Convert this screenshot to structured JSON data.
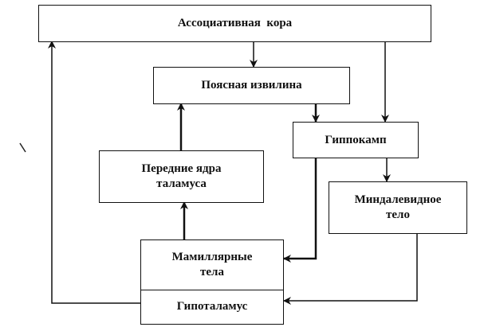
{
  "diagram": {
    "type": "flowchart",
    "nodes": {
      "association_cortex": {
        "label": "Ассоциативная  кора"
      },
      "cingulate_gyrus": {
        "label": "Поясная извилина"
      },
      "hippocampus": {
        "label": "Гиппокамп"
      },
      "anterior_thalamic_nuclei": {
        "line1": "Передние ядра",
        "line2": "таламуса"
      },
      "amygdala": {
        "line1": "Миндалевидное",
        "line2": "тело"
      },
      "mammillary_bodies": {
        "line1": "Мамиллярные",
        "line2": "тела"
      },
      "hypothalamus": {
        "label": "Гипоталамус"
      }
    },
    "edges": [
      {
        "from": "Ассоциативная кора",
        "to": "Поясная извилина"
      },
      {
        "from": "Ассоциативная кора",
        "to": "Гиппокамп"
      },
      {
        "from": "Поясная извилина",
        "to": "Гиппокамп"
      },
      {
        "from": "Гиппокамп",
        "to": "Миндалевидное тело"
      },
      {
        "from": "Гиппокамп",
        "to": "Мамиллярные тела"
      },
      {
        "from": "Мамиллярные тела",
        "to": "Передние ядра таламуса"
      },
      {
        "from": "Передние ядра таламуса",
        "to": "Поясная извилина"
      },
      {
        "from": "Миндалевидное тело",
        "to": "Гипоталамус"
      },
      {
        "from": "Гипоталамус",
        "to": "Ассоциативная кора"
      }
    ],
    "line_color": "#111111"
  }
}
